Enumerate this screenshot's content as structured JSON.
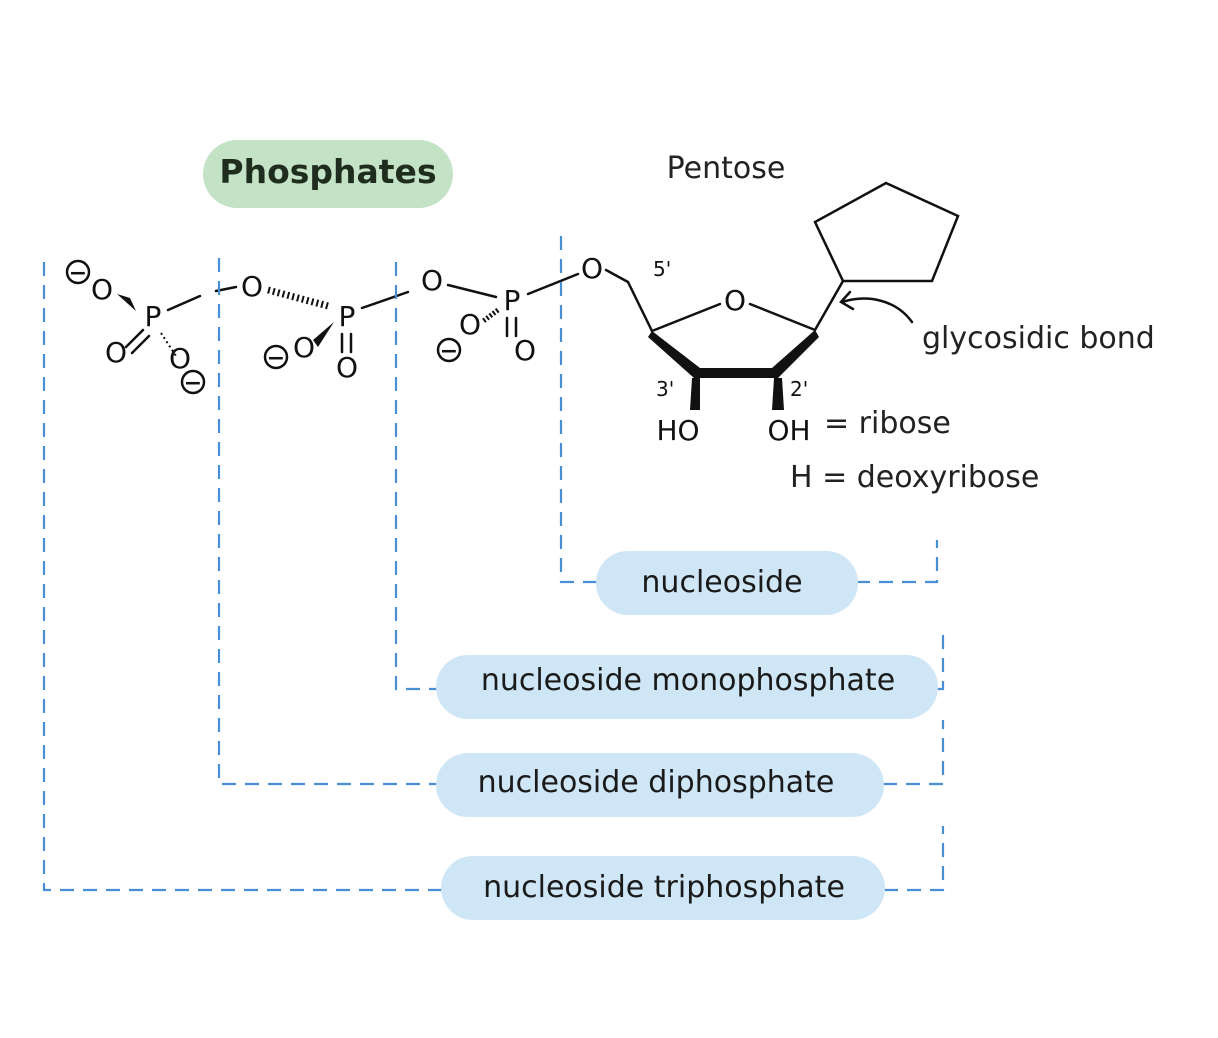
{
  "labels": {
    "phosphates": "Phosphates",
    "pentose": "Pentose",
    "glycosidic_bond": "glycosidic bond",
    "ribose": "= ribose",
    "deoxyribose": "H = deoxyribose"
  },
  "atoms": {
    "O": "O",
    "P": "P",
    "minus": "−",
    "HO": "HO",
    "OH": "OH",
    "pos5": "5'",
    "pos3": "3'",
    "pos2": "2'"
  },
  "pills": {
    "nucleoside": "nucleoside",
    "monophosphate": "nucleoside monophosphate",
    "diphosphate": "nucleoside diphosphate",
    "triphosphate": "nucleoside triphosphate"
  },
  "colors": {
    "phosphates_pill": "#c4e3c6",
    "nucleoside_pills": "#cfe6f6",
    "dashed_lines": "#4a8fd6"
  }
}
